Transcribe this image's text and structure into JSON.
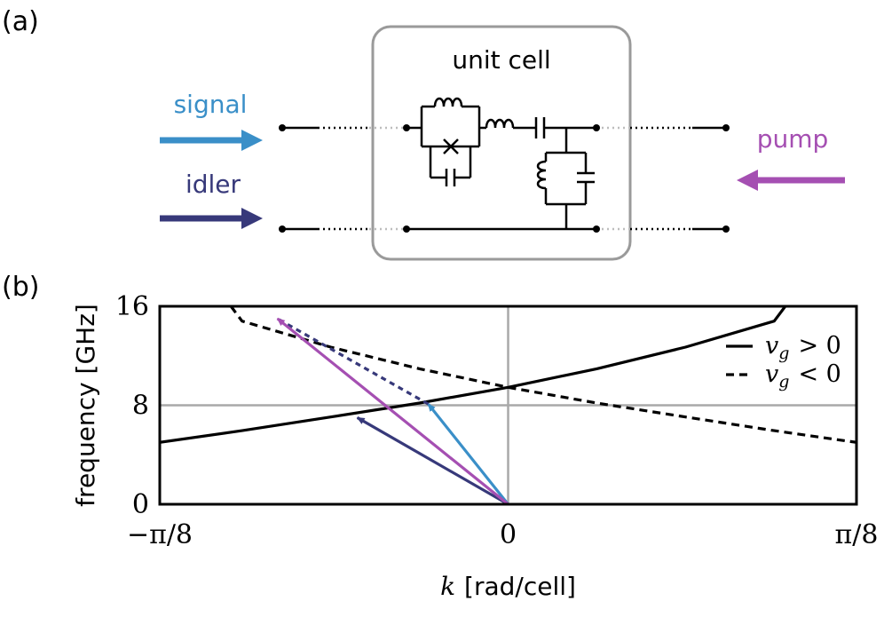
{
  "panel_a": {
    "label": "(a)",
    "unit_cell_label": "unit cell",
    "signal_label": "signal",
    "idler_label": "idler",
    "pump_label": "pump"
  },
  "panel_b": {
    "label": "(b)"
  },
  "colors": {
    "signal": "#3a8fc8",
    "idler": "#37397a",
    "pump": "#a54fb2",
    "grid": "#a9a9a9",
    "box": "#9a9a9a"
  },
  "chart_data": {
    "type": "line",
    "xlabel_var": "k",
    "xlabel_unit": "[rad/cell]",
    "ylabel": "frequency [GHz]",
    "xlim": [
      -0.3927,
      0.3927
    ],
    "ylim": [
      0,
      16
    ],
    "xticks": [
      "−π/8",
      "0",
      "π/8"
    ],
    "yticks": [
      "0",
      "8",
      "16"
    ],
    "grid": "lines at k = 0 and frequency = 8",
    "legend_position": "top-right",
    "series": [
      {
        "name": "v_g > 0",
        "legend_var": "v",
        "legend_sub": "g",
        "legend_rel": "> 0",
        "style": "solid",
        "x": [
          -0.3927,
          -0.3,
          -0.2,
          -0.1,
          0.0,
          0.1,
          0.2,
          0.3,
          0.3125
        ],
        "y": [
          5.0,
          5.95,
          7.05,
          8.18,
          9.45,
          10.95,
          12.7,
          14.8,
          16.0
        ]
      },
      {
        "name": "v_g < 0",
        "legend_var": "v",
        "legend_sub": "g",
        "legend_rel": "< 0",
        "style": "dashed",
        "x": [
          -0.3125,
          -0.3,
          -0.2,
          -0.1,
          0.0,
          0.1,
          0.2,
          0.3,
          0.3927
        ],
        "y": [
          16.0,
          14.8,
          12.7,
          10.95,
          9.45,
          8.18,
          7.05,
          5.95,
          5.0
        ]
      }
    ],
    "arrows": [
      {
        "name": "idler",
        "color_key": "idler",
        "from": [
          0,
          0
        ],
        "to": [
          -0.17,
          7.0
        ],
        "style": "solid"
      },
      {
        "name": "signal",
        "color_key": "signal",
        "from": [
          0,
          0
        ],
        "to": [
          -0.09,
          8.1
        ],
        "style": "solid"
      },
      {
        "name": "signal-dashed",
        "color_key": "idler",
        "from": [
          -0.09,
          8.1
        ],
        "to": [
          -0.26,
          15.0
        ],
        "style": "dashed"
      },
      {
        "name": "pump",
        "color_key": "pump",
        "from": [
          0,
          0
        ],
        "to": [
          -0.26,
          15.0
        ],
        "style": "solid"
      }
    ]
  }
}
